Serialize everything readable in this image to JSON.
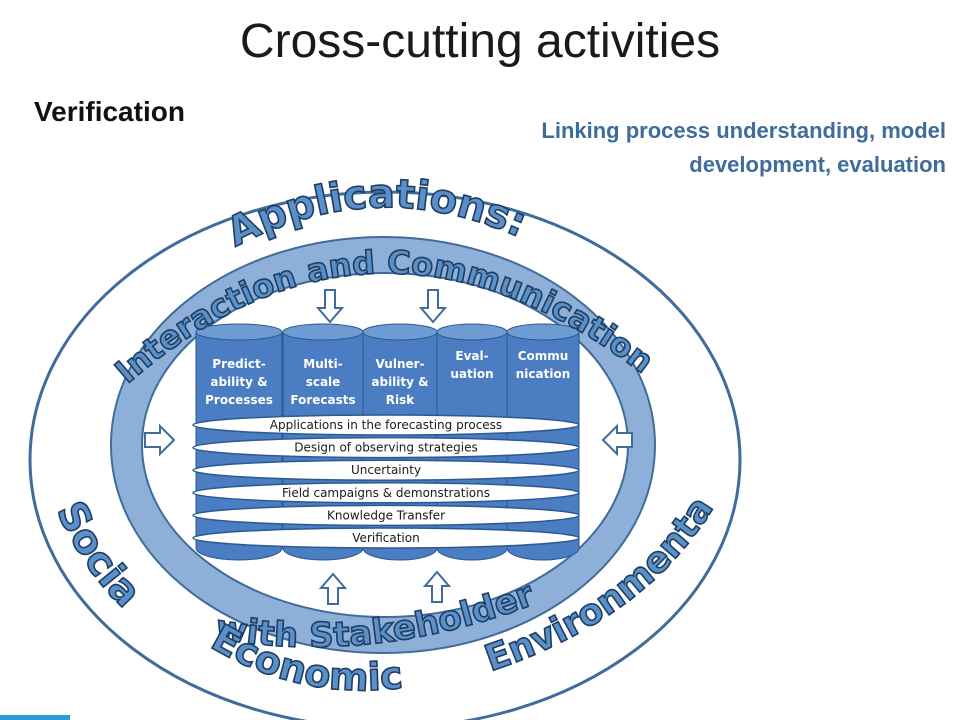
{
  "title": "Cross-cutting activities",
  "subtitle": "Verification",
  "linking": [
    "Linking process understanding, model",
    "development, evaluation"
  ],
  "ring_words": {
    "applications": "Applications:",
    "interaction": "Interaction and Communication",
    "stakeholders": "with Stakeholders",
    "social": "Social",
    "economic": "Economic",
    "environmental": "Environmental"
  },
  "columns": [
    [
      "Predict-",
      "ability  &",
      "Processes"
    ],
    [
      "Multi-",
      "scale",
      "Forecasts"
    ],
    [
      "Vulner-",
      "ability &",
      "Risk"
    ],
    [
      "Eval-",
      "uation"
    ],
    [
      "Commu",
      "nication"
    ]
  ],
  "bands": [
    "Applications in the forecasting process",
    "Design of observing strategies",
    "Uncertainty",
    "Field campaigns & demonstrations",
    "Knowledge Transfer",
    "Verification"
  ],
  "colors": {
    "ring_fill": "#8eb0d8",
    "ring_border": "#3f6c9b",
    "column_fill": "#4a7dc1",
    "band_fill": "#ffffff",
    "arrow_fill": "#ffffff",
    "arrow_stroke": "#3f6c9b"
  }
}
